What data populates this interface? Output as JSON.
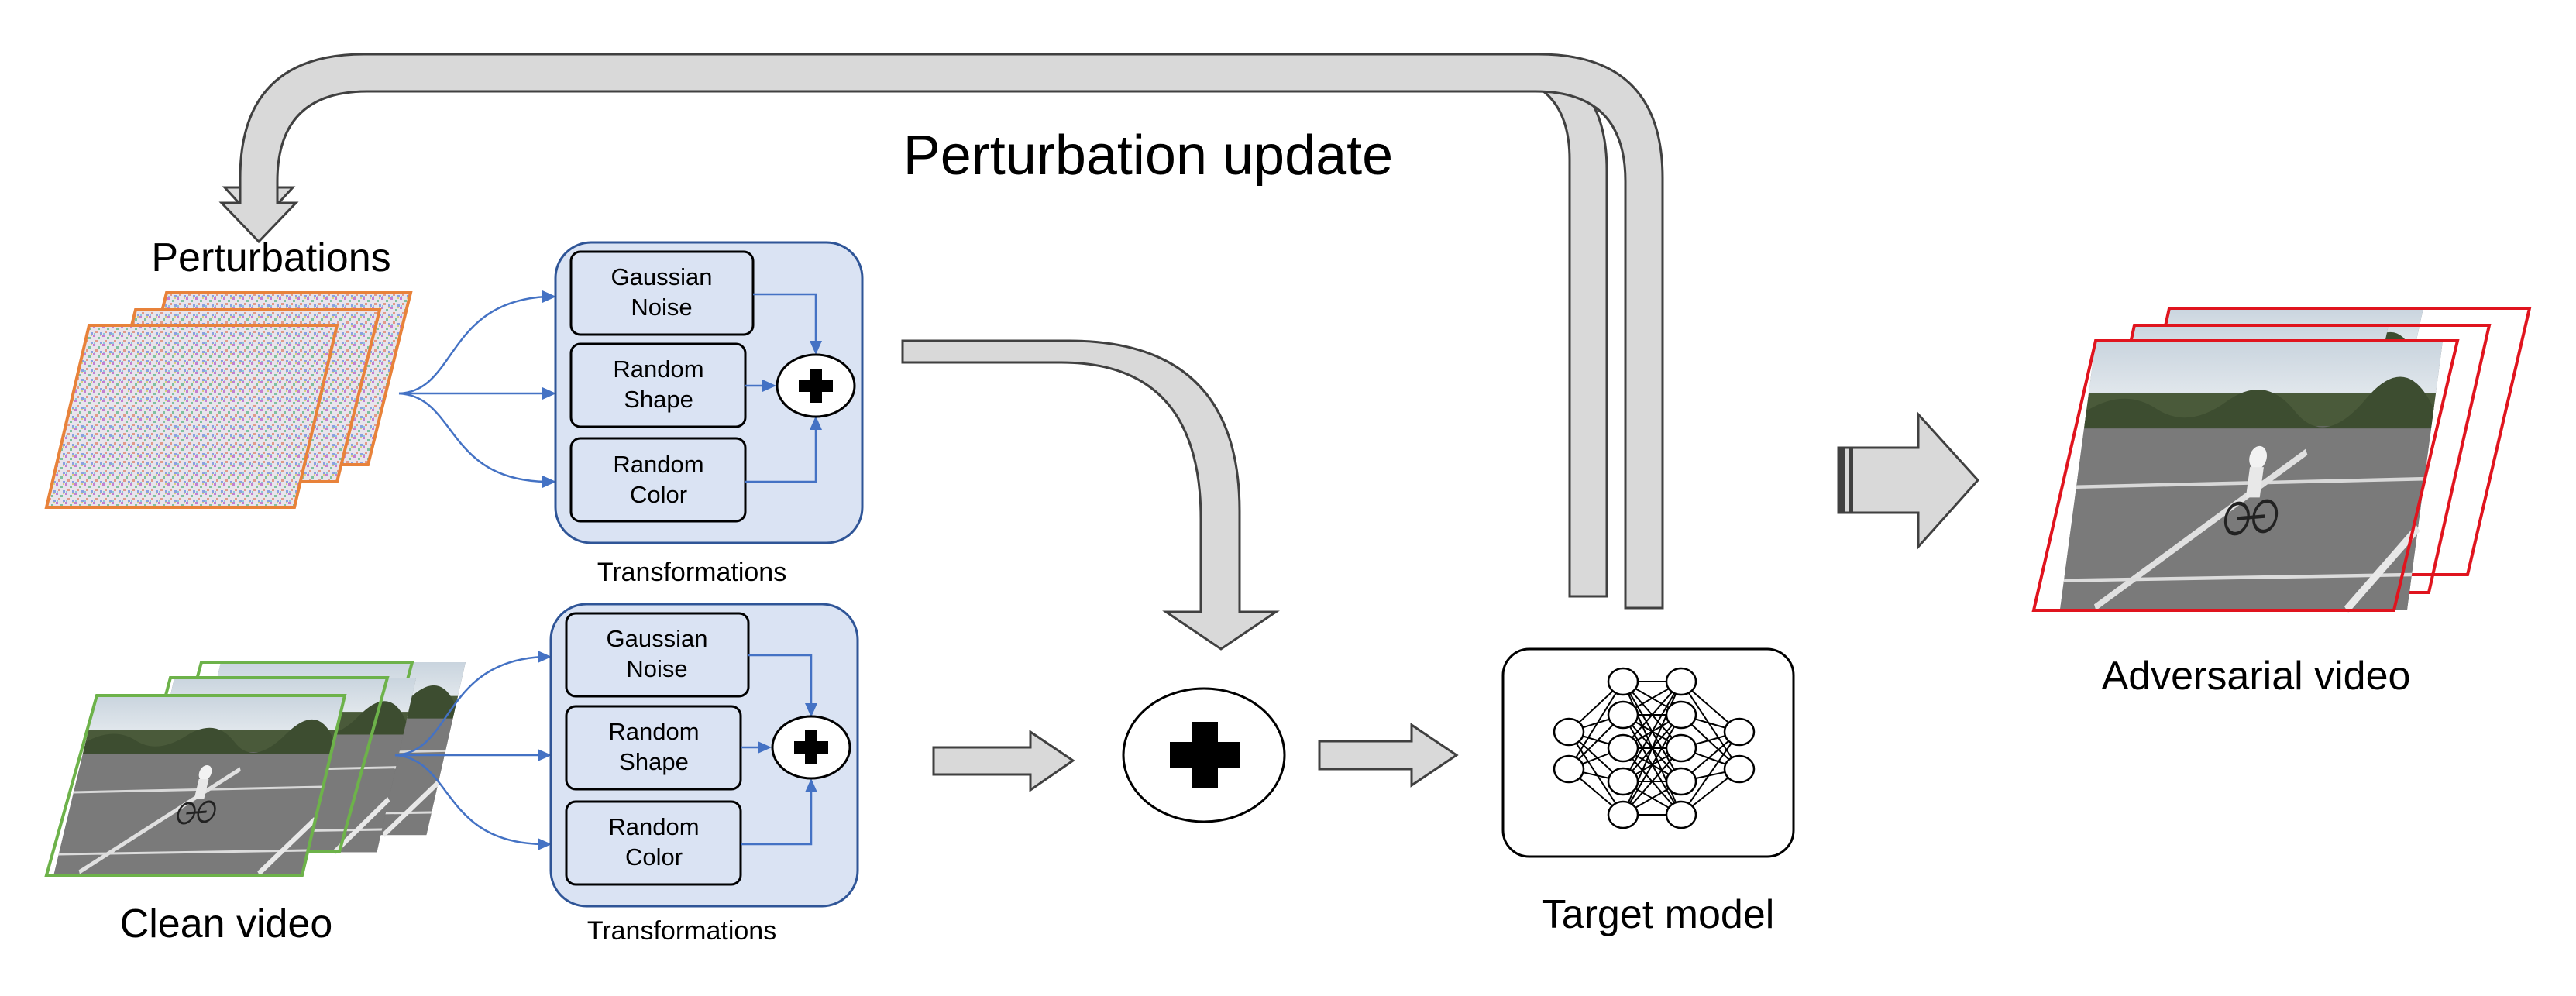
{
  "labels": {
    "perturbation_update": "Perturbation update",
    "perturbations": "Perturbations",
    "clean_video": "Clean video",
    "transformations_top": "Transformations",
    "transformations_bottom": "Transformations",
    "target_model": "Target model",
    "adversarial_video": "Adversarial video"
  },
  "transform_top": [
    {
      "line1": "Gaussian",
      "line2": "Noise"
    },
    {
      "line1": "Random",
      "line2": "Shape"
    },
    {
      "line1": "Random",
      "line2": "Color"
    }
  ],
  "transform_bottom": [
    {
      "line1": "Gaussian",
      "line2": "Noise"
    },
    {
      "line1": "Random",
      "line2": "Shape"
    },
    {
      "line1": "Random",
      "line2": "Color"
    }
  ],
  "colors": {
    "perturbation_border": "#e8823a",
    "clean_border": "#6db24a",
    "adversarial_border": "#e0141e",
    "panel_fill": "#dae3f3",
    "panel_border": "#2f5597",
    "connector": "#4472c4",
    "arrow_fill": "#d9d9d9",
    "arrow_stroke": "#404040"
  }
}
